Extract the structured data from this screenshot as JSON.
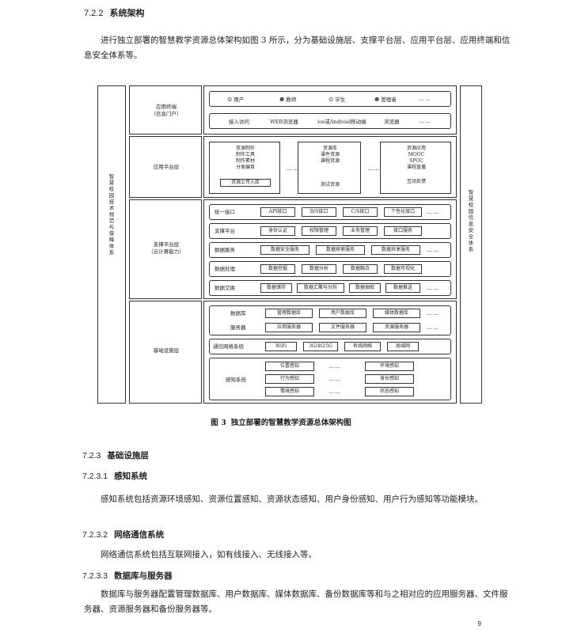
{
  "section": {
    "num": "7.2.2",
    "title": "系统架构"
  },
  "intro": "进行独立部署的智慧教学资源总体架构如图 3 所示，分为基础设施层、支撑平台层、应用平台层、应用终端和信息安全体系等。",
  "figure": {
    "left_pillar": "智慧校园技术规范与保障体系",
    "right_pillar": "智慧校园信息安全体系",
    "layers": {
      "terminal": "应用终端\n（信息门户）",
      "app": "应用平台层",
      "support": "支撑平台层\n（云计算能力）",
      "infra": "基础设施层"
    },
    "terminal": {
      "users": [
        "用户",
        "教师",
        "学生",
        "管理者"
      ],
      "access_label": "接入访问",
      "access": [
        "WEB浏览器",
        "ios或Android移动端",
        "浏览器"
      ],
      "more": "……"
    },
    "app": {
      "group1": [
        "资源制作",
        "制作工具",
        "制作素材",
        "分类编目",
        "资源上传入库"
      ],
      "group2": [
        "资源库",
        "课件资源",
        "课程资源",
        "测试资源"
      ],
      "group3": [
        "资源应用",
        "MOOC",
        "SPOC",
        "课程直播",
        "互动反馈"
      ],
      "dots": "……"
    },
    "support": [
      {
        "label": "统一接口",
        "cells": [
          "API接口",
          "B/S接口",
          "C/S接口",
          "个性化接口"
        ]
      },
      {
        "label": "支撑平台",
        "cells": [
          "身份认证",
          "权限管理",
          "业务管理",
          "接口服务"
        ]
      },
      {
        "label": "数据服务",
        "cells": [
          "数据安全服务",
          "数据探索服务",
          "数据共享服务"
        ]
      },
      {
        "label": "数据处理",
        "cells": [
          "数据挖掘",
          "数据分析",
          "数据融合",
          "数据可视化"
        ]
      },
      {
        "label": "数据交换",
        "cells": [
          "数据储存",
          "数据汇聚与分拆",
          "数据抽取",
          "数据推送"
        ]
      }
    ],
    "infra": {
      "db_label": "数据库",
      "db": [
        "管理数据库",
        "用户数据库",
        "媒体数据库"
      ],
      "srv_label": "服务器",
      "srv": [
        "应用服务器",
        "文件服务器",
        "资源服务器"
      ],
      "net_label": "通信网络系统",
      "net": [
        "WiFi",
        "3G/4G/5G",
        "有线网络",
        "局域网"
      ],
      "sense_label": "感知系统",
      "sense_left": [
        "位置感知",
        "行为感知",
        "情境感知"
      ],
      "sense_right": [
        "环境感知",
        "身份感知",
        "状态感知"
      ],
      "dots": "……"
    },
    "caption_num": "图 3",
    "caption": "独立部署的智慧教学资源总体架构图"
  },
  "s1": {
    "num": "7.2.3",
    "title": "基础设施层"
  },
  "s11": {
    "num": "7.2.3.1",
    "title": "感知系统",
    "text": "感知系统包括资源环境感知、资源位置感知、资源状态感知、用户身份感知、用户行为感知等功能模块。"
  },
  "s12": {
    "num": "7.2.3.2",
    "title": "网络通信系统",
    "text": "网络通信系统包括互联网接入，如有线接入、无线接入等。"
  },
  "s13": {
    "num": "7.2.3.3",
    "title": "数据库与服务器",
    "text": "数据库与服务器配置管理数据库、用户数据库、媒体数据库、备份数据库等和与之相对应的应用服务器、文件服务器、资源服务器和备份服务器等。"
  },
  "page_number": "9",
  "colors": {
    "text": "#1f1f1f",
    "line": "#333333"
  }
}
